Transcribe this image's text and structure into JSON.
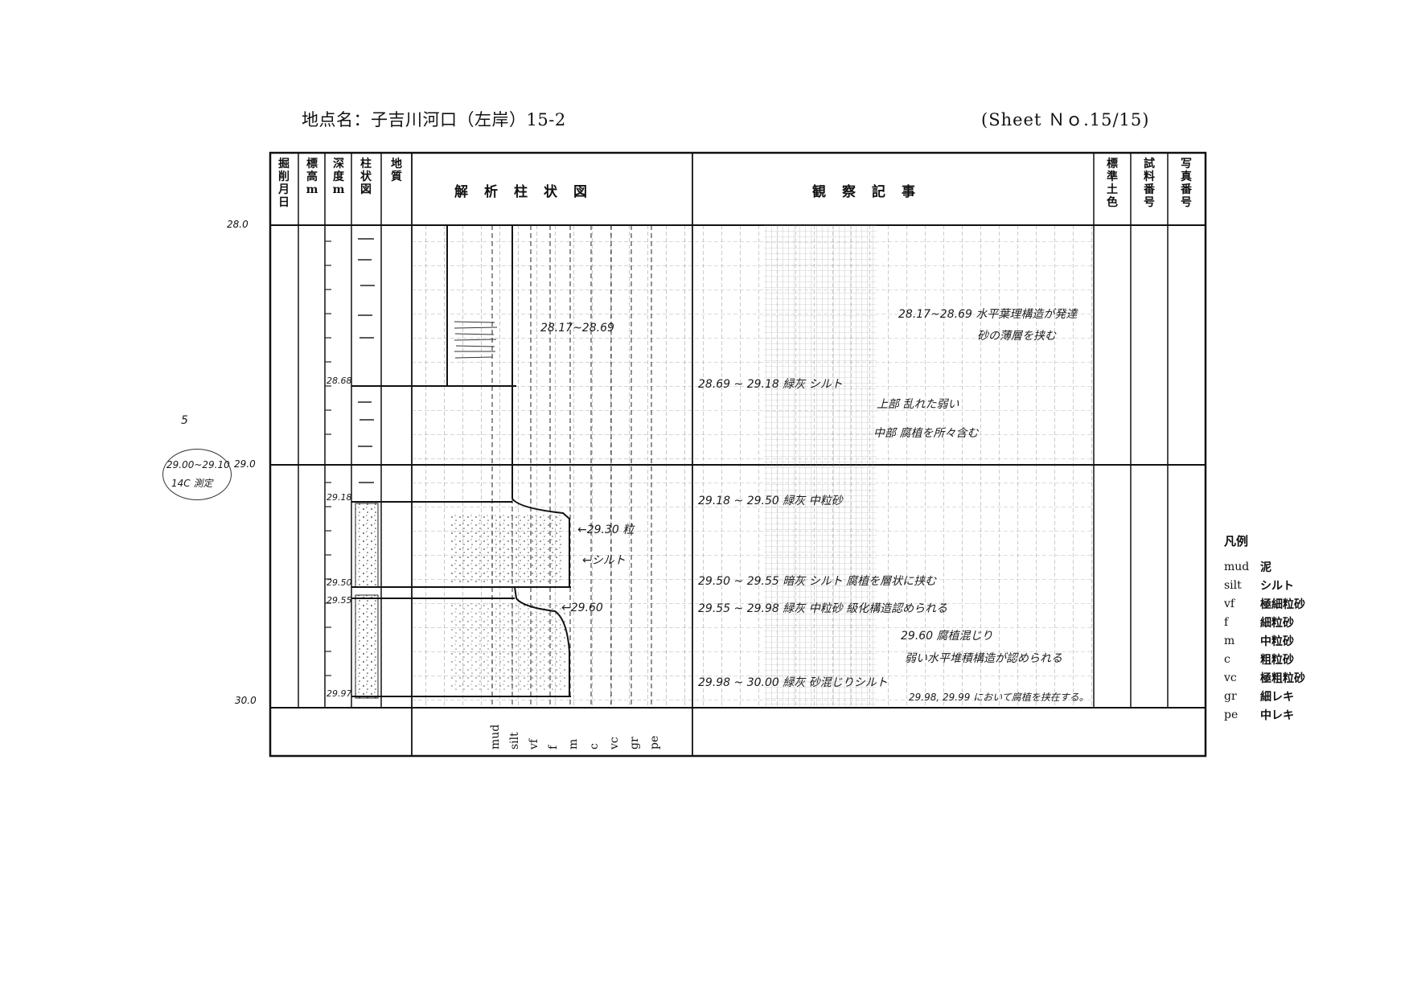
{
  "header": {
    "site_name": "地点名：子吉川河口（左岸）15-2",
    "sheet": "(Sheet Ｎｏ.15/15)"
  },
  "columns": {
    "date": "掘削月日",
    "elevation": "標高m",
    "depth": "深度m",
    "column": "柱状図",
    "geology": "地質",
    "analysis": "解析柱状図",
    "observation": "観察記事",
    "soil_color": "標準土色",
    "sample_no": "試料番号",
    "photo_no": "写真番号"
  },
  "depth_marks": {
    "top": "28.0",
    "middle": "29.0",
    "bottom": "30.0"
  },
  "margin_note": {
    "number": "5",
    "core": "29.00~29.10",
    "label": "14C 測定"
  },
  "column_depth_labels": [
    "28.68",
    "29.18",
    "29.50",
    "29.55",
    "29.97"
  ],
  "grain_axis": [
    "mud",
    "silt",
    "vf",
    "f",
    "m",
    "c",
    "vc",
    "gr",
    "pe"
  ],
  "analysis_annotations": [
    "28.17~28.69",
    "←29.30 粒",
    "←シルト",
    "←29.60"
  ],
  "observations": [
    "28.17~28.69 水平葉理構造が発達",
    "砂の薄層を挟む",
    "28.69 ~ 29.18 緑灰 シルト",
    "上部 乱れた弱い",
    "中部 腐植を所々含む",
    "29.18 ~ 29.50 緑灰 中粒砂",
    "29.50 ~ 29.55 暗灰 シルト 腐植を層状に挟む",
    "29.55 ~ 29.98 緑灰 中粒砂 級化構造認められる",
    "29.60 腐植混じり",
    "弱い水平堆積構造が認められる",
    "29.98 ~ 30.00 緑灰 砂混じりシルト",
    "29.98, 29.99 において腐植を挟在する。"
  ],
  "legend": {
    "title": "凡例",
    "items": [
      {
        "code": "mud",
        "name": "泥"
      },
      {
        "code": "silt",
        "name": "シルト"
      },
      {
        "code": "vf",
        "name": "極細粒砂"
      },
      {
        "code": "f",
        "name": "細粒砂"
      },
      {
        "code": "m",
        "name": "中粒砂"
      },
      {
        "code": "c",
        "name": "粗粒砂"
      },
      {
        "code": "vc",
        "name": "極粗粒砂"
      },
      {
        "code": "gr",
        "name": "細レキ"
      },
      {
        "code": "pe",
        "name": "中レキ"
      }
    ]
  }
}
